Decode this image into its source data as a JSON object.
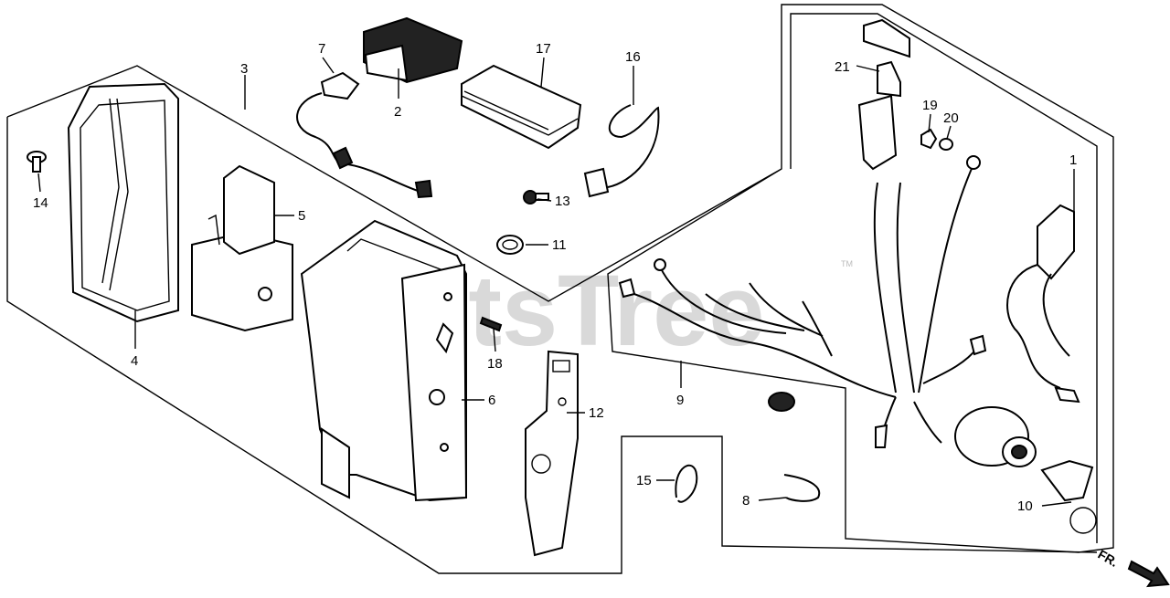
{
  "watermark": {
    "text": "PartsTree",
    "tm": "TM"
  },
  "callouts": {
    "c1": "1",
    "c2": "2",
    "c3": "3",
    "c4": "4",
    "c5": "5",
    "c6": "6",
    "c7": "7",
    "c8": "8",
    "c9": "9",
    "c10": "10",
    "c11": "11",
    "c12": "12",
    "c13": "13",
    "c14": "14",
    "c15": "15",
    "c16": "16",
    "c17": "17",
    "c18": "18",
    "c19": "19",
    "c20": "20",
    "c21": "21"
  },
  "direction": {
    "label": "FR."
  }
}
